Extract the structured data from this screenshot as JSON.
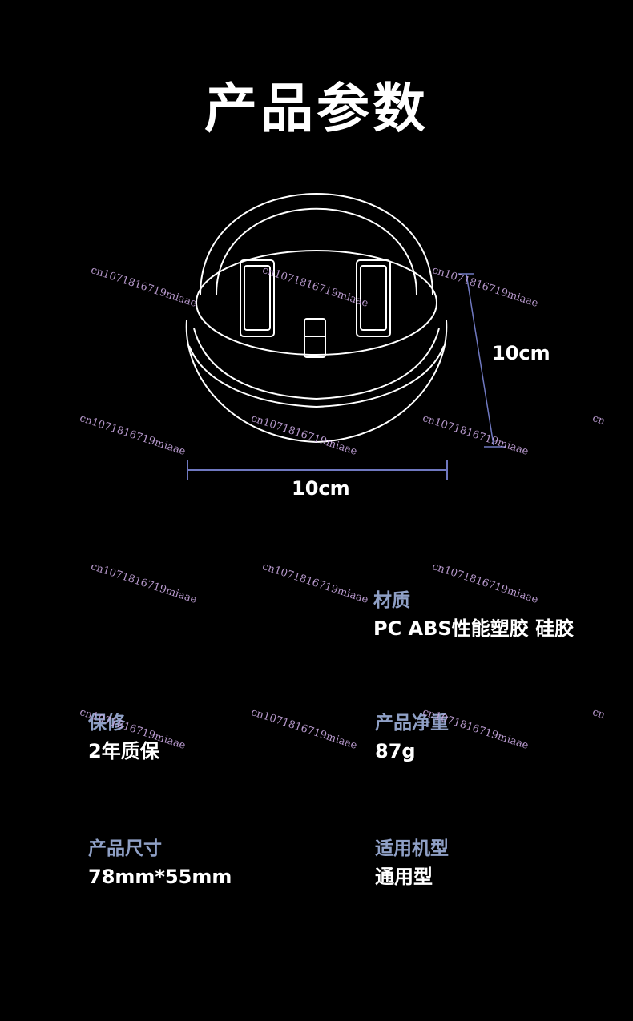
{
  "page": {
    "title": "产品参数"
  },
  "dimensions": {
    "width_label": "10cm",
    "height_label": "10cm"
  },
  "specs": {
    "material": {
      "label": "材质",
      "value": "PC ABS性能塑胶 硅胶"
    },
    "warranty": {
      "label": "保修",
      "value": "2年质保"
    },
    "weight": {
      "label": "产品净重",
      "value": "87g"
    },
    "size": {
      "label": "产品尺寸",
      "value": "78mm*55mm"
    },
    "model": {
      "label": "适用机型",
      "value": "通用型"
    }
  },
  "watermark": {
    "text": "cn1071816719miaae",
    "short": "cn",
    "color": "#c9a8e0"
  },
  "colors": {
    "background": "#000000",
    "label": "#8fa0c6",
    "value": "#ffffff",
    "dimension_line": "#6f78c0"
  }
}
